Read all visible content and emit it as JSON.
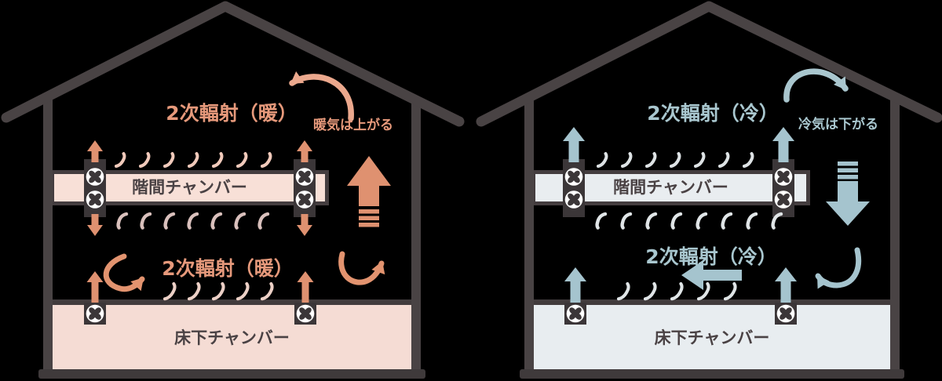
{
  "canvas": {
    "background": "#000000"
  },
  "houses": {
    "warm": {
      "upper_radiation_label": "2次輻射（暖）",
      "air_note": "暖気は上がる",
      "mid_radiation_label": "2次輻射（暖）",
      "interfloor_chamber_label": "階間チャンバー",
      "underfloor_chamber_label": "床下チャンバー",
      "accent_color": "#e2936f",
      "arc_color": "#eba88d",
      "chamber_fill": "#f8e0d7",
      "floor_fill": "#f5dcd4",
      "curl_color_top": "#f1cabb",
      "curl_color_mid": "#d9c0bc"
    },
    "cool": {
      "upper_radiation_label": "2次輻射（冷）",
      "air_note": "冷気は下がる",
      "mid_radiation_label": "2次輻射（冷）",
      "interfloor_chamber_label": "階間チャンバー",
      "underfloor_chamber_label": "床下チャンバー",
      "accent_color": "#a5c4ce",
      "arc_color": "#a9c6ce",
      "chamber_fill": "#e9edf0",
      "floor_fill": "#e8edf0",
      "curl_color": "#dfe4e6"
    },
    "structure_color": "#494344",
    "text_dark": "#4a4244"
  },
  "icons": {
    "fan": "fan-icon",
    "up_arrow": "up-arrow-icon",
    "down_arrow": "down-arrow-icon",
    "left_arrow": "left-arrow-icon",
    "striped_up_arrow": "striped-up-arrow-icon",
    "striped_down_arrow": "striped-down-arrow-icon",
    "curved_arrow": "curved-arrow-icon",
    "airflow_curl": "airflow-curl-icon"
  }
}
